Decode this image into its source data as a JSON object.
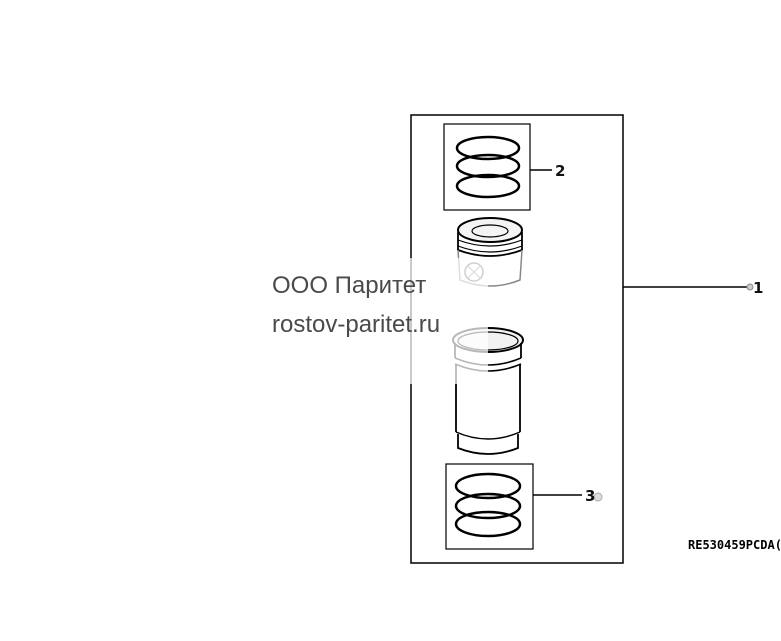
{
  "diagram": {
    "callouts": [
      {
        "id": "assembly",
        "label": "1"
      },
      {
        "id": "piston-rings",
        "label": "2"
      },
      {
        "id": "liner-seal-rings",
        "label": "3"
      }
    ],
    "part_code": "RE530459PCDA("
  },
  "watermark": {
    "line1": "ООО Паритет",
    "line2": "rostov-paritet.ru"
  },
  "colors": {
    "line": "#000000",
    "background": "#ffffff",
    "watermark_text": "#4a4a4a"
  }
}
